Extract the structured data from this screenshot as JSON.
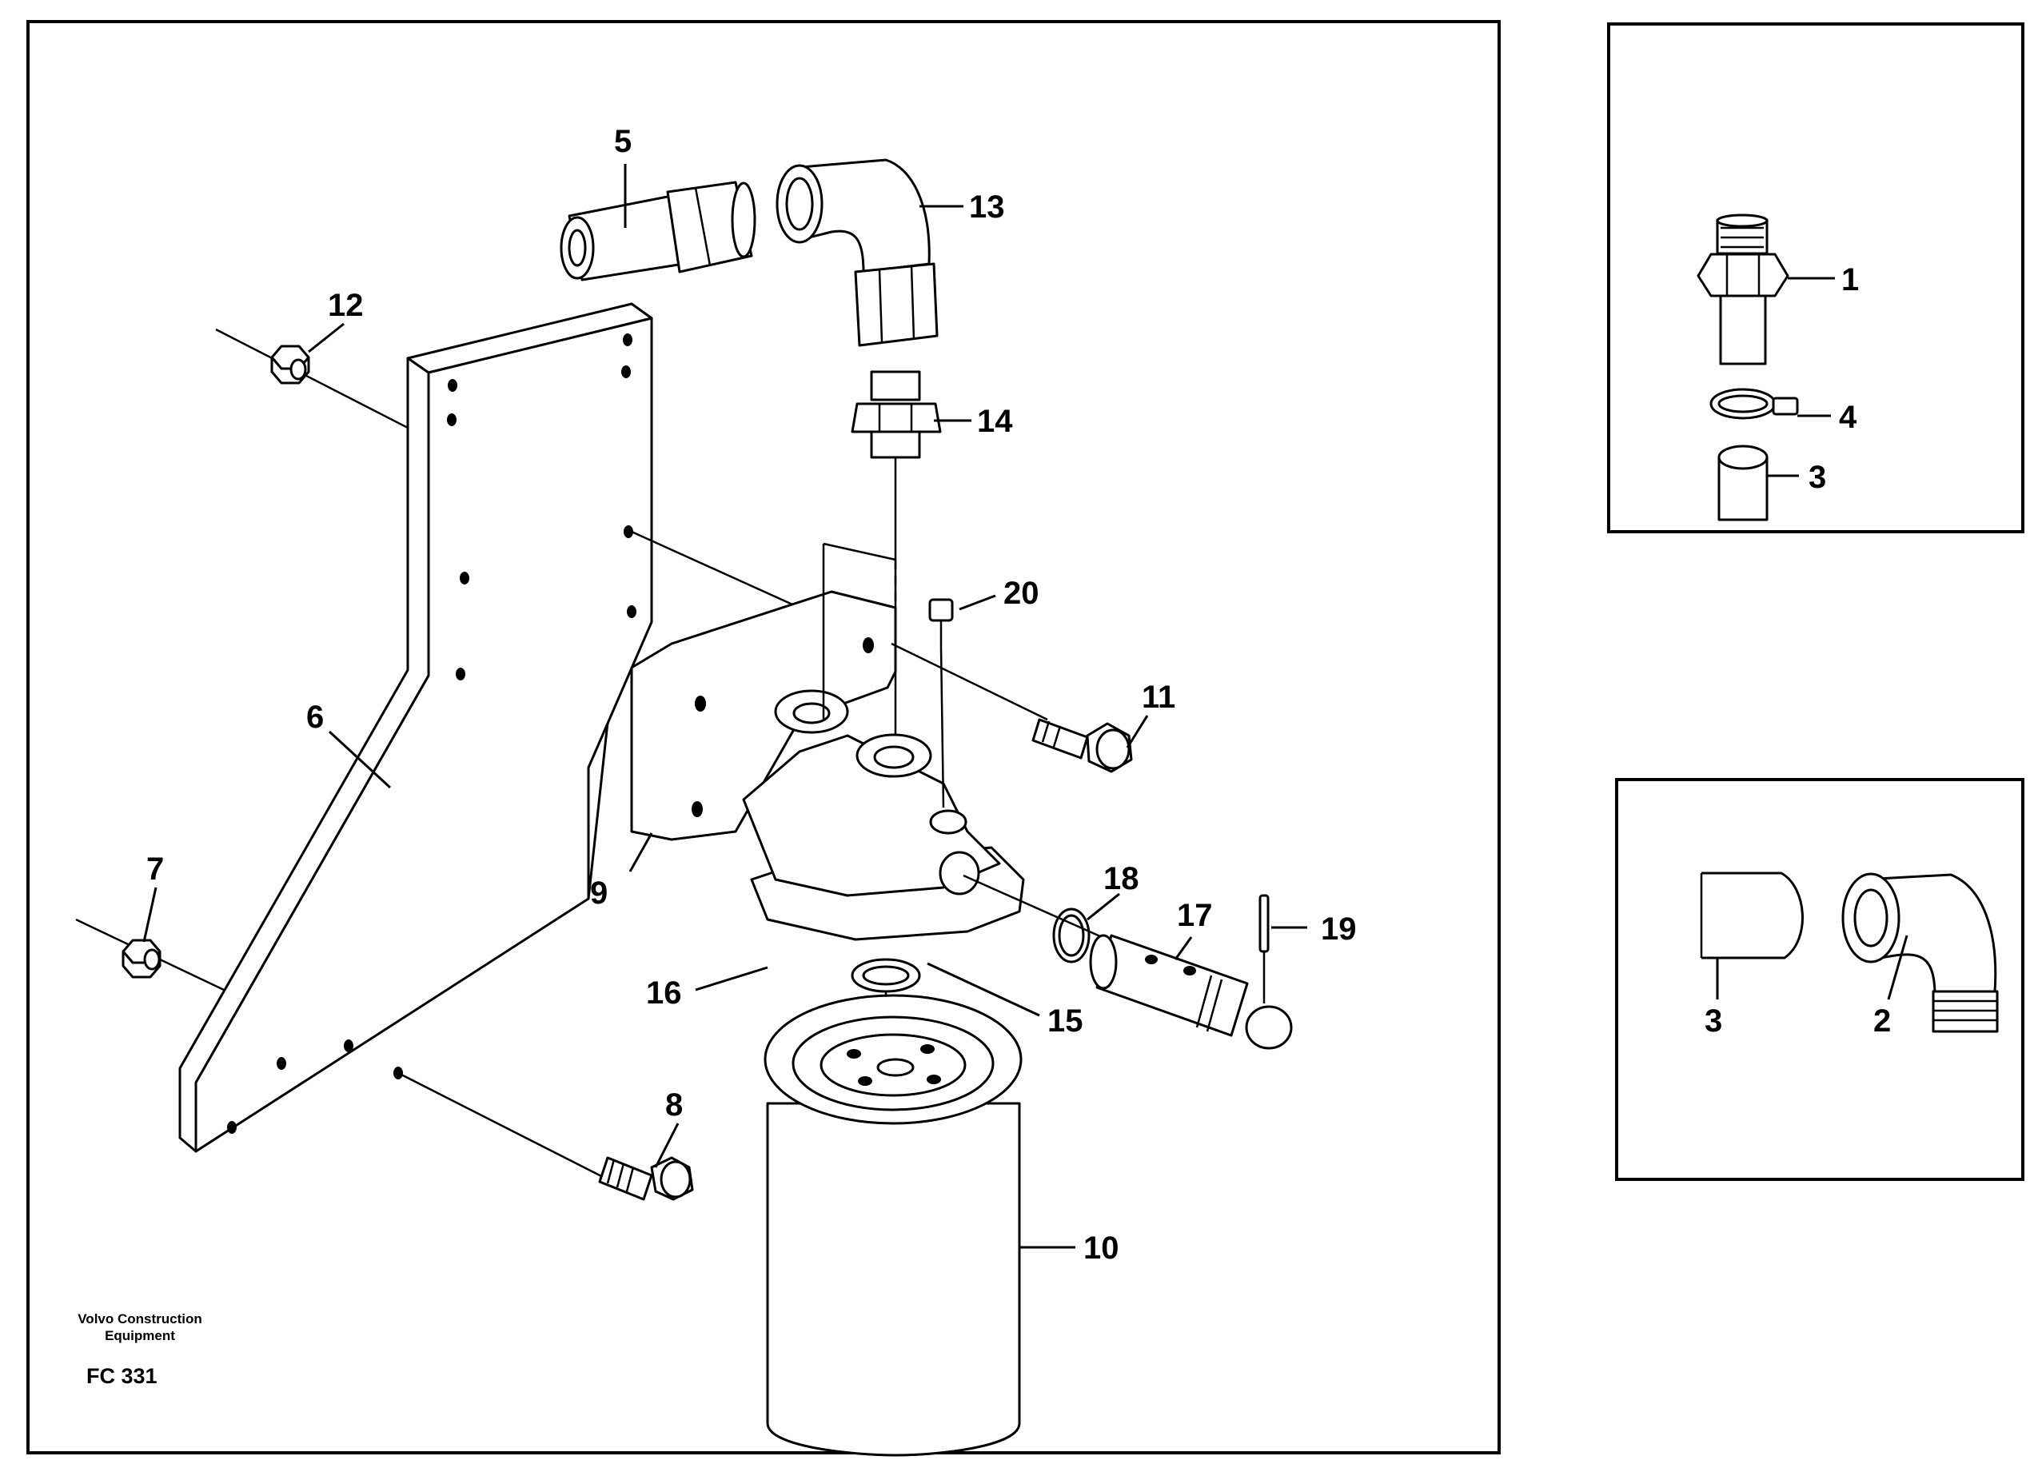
{
  "drawing": {
    "manufacturer_line1": "Volvo Construction",
    "manufacturer_line2": "Equipment",
    "code": "FC 331"
  },
  "main_view": {
    "callouts": {
      "c5": "5",
      "c13": "13",
      "c12": "12",
      "c14": "14",
      "c20": "20",
      "c11": "11",
      "c6": "6",
      "c7": "7",
      "c9": "9",
      "c18": "18",
      "c17": "17",
      "c19": "19",
      "c16": "16",
      "c15": "15",
      "c8": "8",
      "c10": "10"
    }
  },
  "detail_top": {
    "callouts": {
      "c1": "1",
      "c4": "4",
      "c3": "3"
    }
  },
  "detail_bottom": {
    "callouts": {
      "c3": "3",
      "c2": "2"
    }
  }
}
